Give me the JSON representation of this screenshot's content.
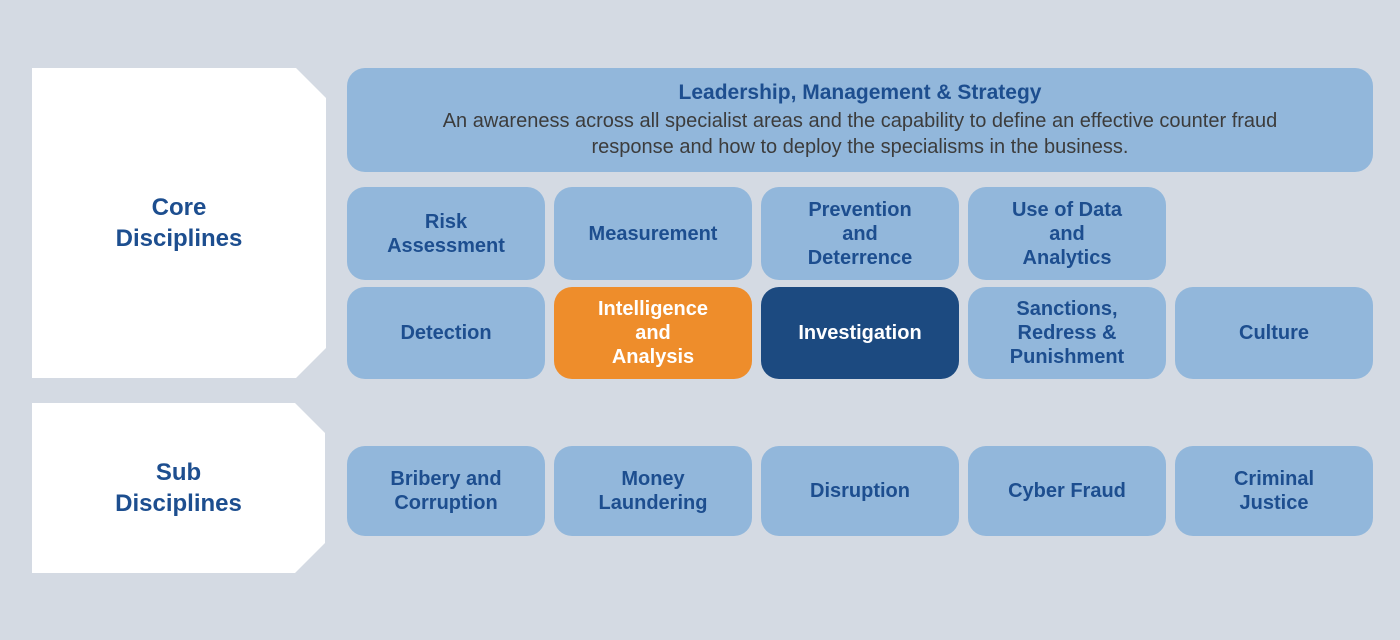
{
  "palette": {
    "background": "#d4dae3",
    "box_blue": "#92b7db",
    "box_orange": "#ee8d2b",
    "box_navy": "#1c4a80",
    "text_blue": "#1d4e8f",
    "text_dark": "#3c3c3c",
    "white": "#ffffff"
  },
  "side_labels": {
    "core": "Core\nDisciplines",
    "sub": "Sub\nDisciplines"
  },
  "leadership": {
    "title": "Leadership, Management & Strategy",
    "description": "An awareness across all specialist areas and the capability to define an effective counter fraud\nresponse and how to deploy the specialisms in the business."
  },
  "core_row1": [
    {
      "label": "Risk\nAssessment"
    },
    {
      "label": "Measurement"
    },
    {
      "label": "Prevention\nand\nDeterrence"
    },
    {
      "label": "Use of Data\nand\nAnalytics"
    }
  ],
  "core_row2": [
    {
      "label": "Detection",
      "variant": "blue"
    },
    {
      "label": "Intelligence\nand\nAnalysis",
      "variant": "orange"
    },
    {
      "label": "Investigation",
      "variant": "navy"
    },
    {
      "label": "Sanctions,\nRedress &\nPunishment",
      "variant": "blue"
    },
    {
      "label": "Culture",
      "variant": "blue"
    }
  ],
  "sub_row": [
    {
      "label": "Bribery and\nCorruption"
    },
    {
      "label": "Money\nLaundering"
    },
    {
      "label": "Disruption"
    },
    {
      "label": "Cyber Fraud"
    },
    {
      "label": "Criminal\nJustice"
    }
  ]
}
